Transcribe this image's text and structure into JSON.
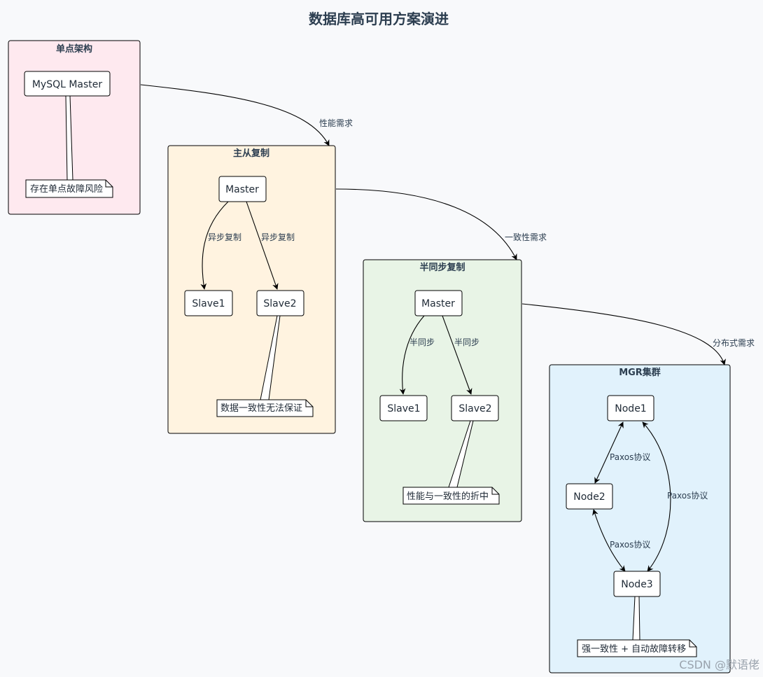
{
  "title": "数据库高可用方案演进",
  "colors": {
    "single_bg": "#fee9ef",
    "master_slave_bg": "#fff3e0",
    "semi_sync_bg": "#e8f4e6",
    "mgr_bg": "#e1f2fc"
  },
  "clusters": {
    "single": {
      "title": "单点架构",
      "master": "MySQL Master",
      "note": "存在单点故障风险"
    },
    "master_slave": {
      "title": "主从复制",
      "master": "Master",
      "slave1": "Slave1",
      "slave2": "Slave2",
      "edge1": "异步复制",
      "edge2": "异步复制",
      "note": "数据一致性无法保证"
    },
    "semi_sync": {
      "title": "半同步复制",
      "master": "Master",
      "slave1": "Slave1",
      "slave2": "Slave2",
      "edge1": "半同步",
      "edge2": "半同步",
      "note": "性能与一致性的折中"
    },
    "mgr": {
      "title": "MGR集群",
      "node1": "Node1",
      "node2": "Node2",
      "node3": "Node3",
      "edge12": "Paxos协议",
      "edge23": "Paxos协议",
      "edge13": "Paxos协议",
      "note": "强一致性 + 自动故障转移"
    }
  },
  "transitions": {
    "t1": "性能需求",
    "t2": "一致性需求",
    "t3": "分布式需求"
  },
  "watermark": "CSDN @默语佬"
}
